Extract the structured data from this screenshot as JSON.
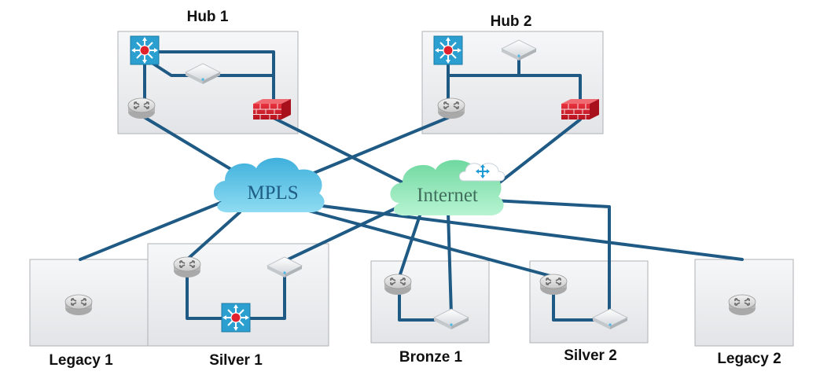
{
  "sites": {
    "hub1": "Hub 1",
    "hub2": "Hub 2",
    "legacy1": "Legacy 1",
    "silver1": "Silver 1",
    "bronze1": "Bronze 1",
    "silver2": "Silver 2",
    "legacy2": "Legacy 2"
  },
  "clouds": {
    "mpls": "MPLS",
    "internet": "Internet"
  },
  "colors": {
    "link": "#1f5a85",
    "mpls_cloud": "#5cc3e6",
    "internet_cloud": "#8ce8b8",
    "site_box": "#eaebed",
    "firewall": "#d8202e",
    "switch": "#2a9fd0"
  },
  "icons": {
    "router": "router-icon",
    "switch": "layer3-switch-icon",
    "access_point": "access-point-icon",
    "firewall": "firewall-icon",
    "sdwan_controller": "sdwan-controller-icon"
  }
}
